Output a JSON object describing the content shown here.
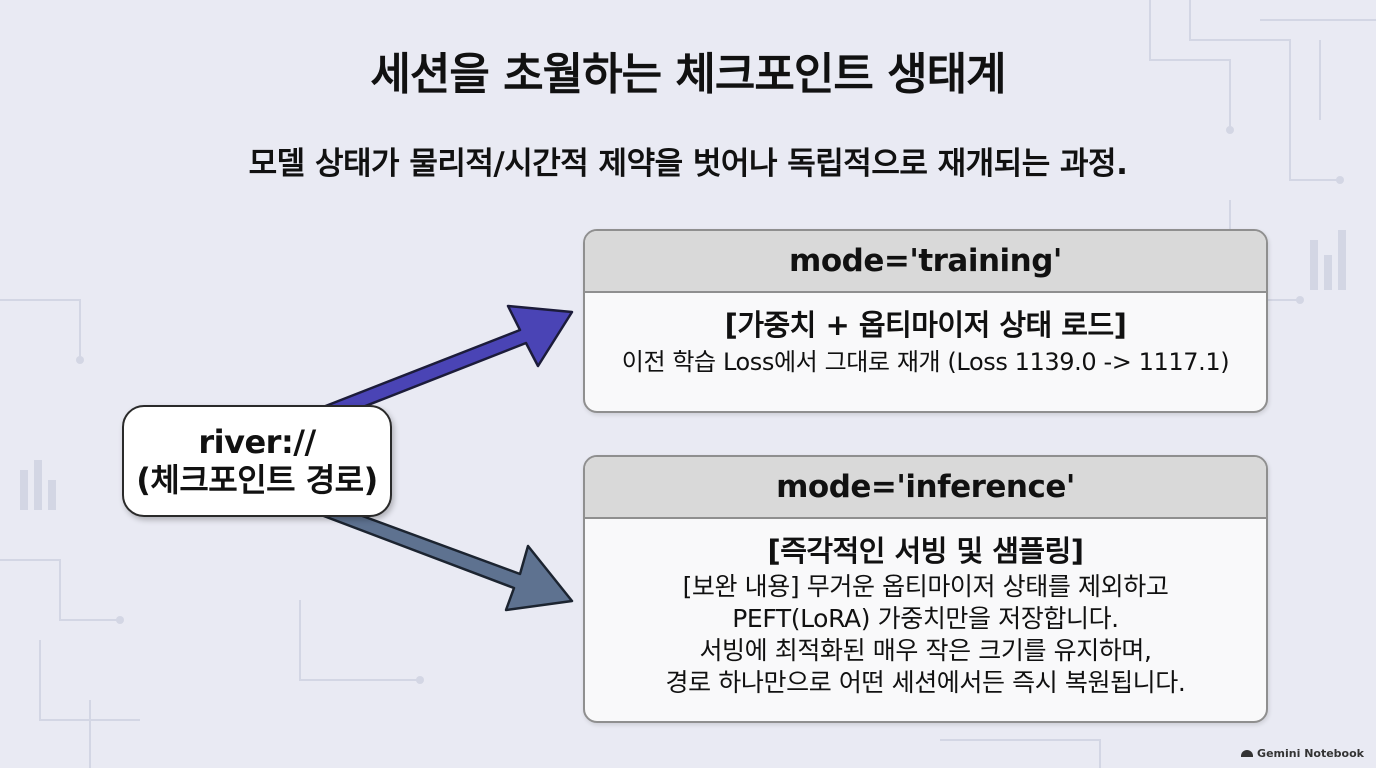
{
  "title": "세션을 초월하는 체크포인트 생태계",
  "subtitle": "모델 상태가 물리적/시간적 제약을 벗어나 독립적으로 재개되는 과정.",
  "source": {
    "line1": "river://",
    "line2": "(체크포인트 경로)"
  },
  "training": {
    "header": "mode='training'",
    "heading": "[가중치 + 옵티마이저 상태 로드]",
    "lines": [
      "이전 학습 Loss에서 그대로 재개 (Loss 1139.0 -> 1117.1)"
    ]
  },
  "inference": {
    "header": "mode='inference'",
    "heading": "[즉각적인 서빙 및 샘플링]",
    "lines": [
      "[보완 내용] 무거운 옵티마이저 상태를 제외하고",
      "PEFT(LoRA) 가중치만을 저장합니다.",
      "서빙에 최적화된 매우 작은 크기를 유지하며,",
      "경로 하나만으로 어떤 세션에서든 즉시 복원됩니다."
    ]
  },
  "watermark": "Gemini Notebook",
  "colors": {
    "background": "#e9eaf3",
    "arrow_training": "#4a44b5",
    "arrow_inference": "#5e7290",
    "header_fill": "#d9d9d9"
  }
}
